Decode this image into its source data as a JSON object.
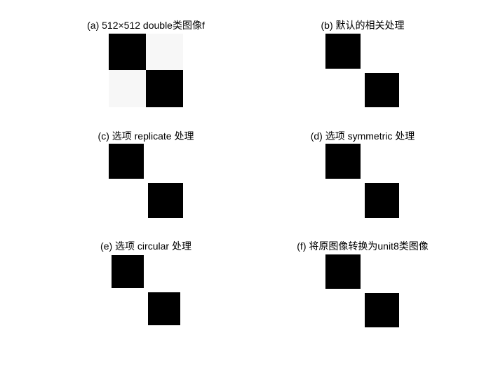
{
  "panels": {
    "a": {
      "title": "(a) 512×512 double类图像f"
    },
    "b": {
      "title": "(b) 默认的相关处理"
    },
    "c": {
      "title": "(c) 选项 replicate 处理"
    },
    "d": {
      "title": "(d) 选项 symmetric 处理"
    },
    "e": {
      "title": "(e) 选项 circular 处理"
    },
    "f": {
      "title": "(f) 将原图像转换为unit8类图像"
    }
  },
  "colors": {
    "dark": "#000000",
    "light": "#f7f7f7",
    "background": "#ffffff"
  }
}
